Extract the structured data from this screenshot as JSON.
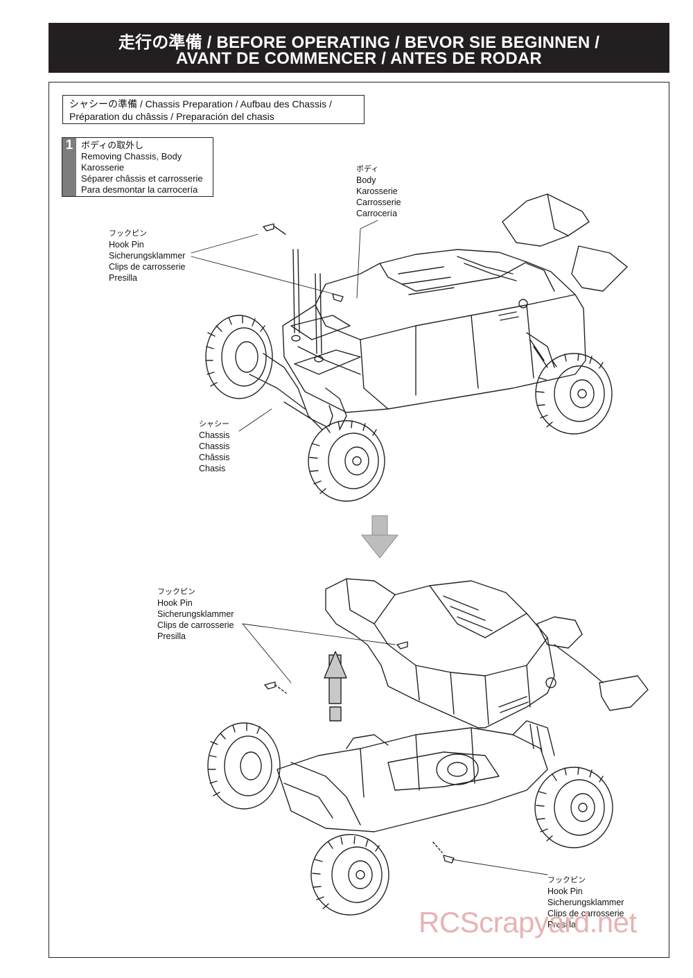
{
  "header": {
    "line1": "走行の準備 / BEFORE OPERATING / BEVOR SIE BEGINNEN /",
    "line2": "AVANT DE COMMENCER / ANTES DE RODAR"
  },
  "section": {
    "line1": "シャシーの準備 / Chassis Preparation / Aufbau des Chassis /",
    "line2": "Préparation du châssis / Preparación del chasis"
  },
  "step": {
    "number": "1",
    "lines": [
      "ボディの取外し",
      "Removing Chassis, Body",
      "Karosserie",
      "Séparer châssis et carrosserie",
      "Para desmontar la carrocería"
    ]
  },
  "labels": {
    "body": [
      "ボディ",
      "Body",
      "Karosserie",
      "Carrosserie",
      "Carrocería"
    ],
    "hook_pin": [
      "フックピン",
      "Hook Pin",
      "Sicherungsklammer",
      "Clips de carrosserie",
      "Presilla"
    ],
    "chassis": [
      "シャシー",
      "Chassis",
      "Chassis",
      "Châssis",
      "Chasis"
    ]
  },
  "watermark": "RCScrapyard.net",
  "colors": {
    "banner": "#231f20",
    "arrow": "#bdbdbd",
    "watermark": "#e8b3b3"
  }
}
